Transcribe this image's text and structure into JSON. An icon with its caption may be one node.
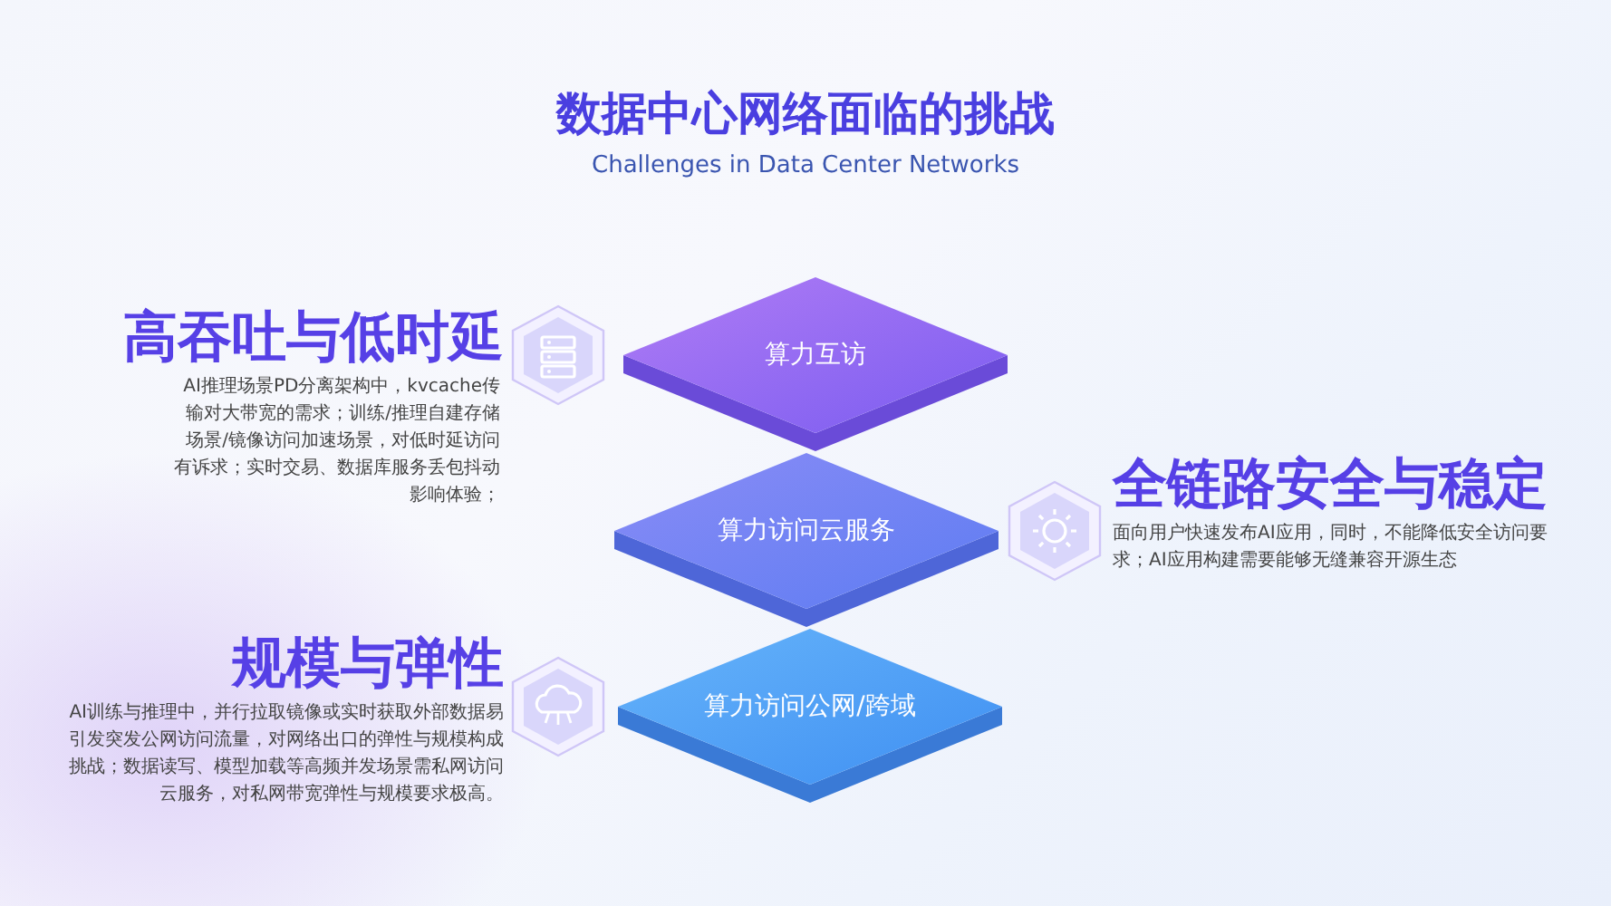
{
  "diagram": {
    "title": "数据中心网络面临的挑战",
    "nodes": [
      {
        "text": [
          "算力互访"
        ]
      },
      {
        "text": [
          "算力访问云服务"
        ]
      },
      {
        "text": [
          "算力访问公网/跨域"
        ]
      }
    ],
    "labels": [
      "Challenges in Data Center Networks",
      "高吞吐与低时延",
      "AI推理场景PD分离架构中，kvcache传输对大带宽的需求；训练/推理自建存储场景/镜像访问加速场景，对低时延访问有诉求；实时交易、数据库服务丢包抖动影响体验；",
      "全链路安全与稳定",
      "面向用户快速发布AI应用，同时，不能降低安全访问要求；AI应用构建需要能够无缝兼容开源生态",
      "规模与弹性",
      "AI训练与推理中，并行拉取镜像或实时获取外部数据易引发突发公网访问流量，对网络出口的弹性与规模构成挑战；数据读写、模型加载等高频并发场景需私网访问云服务，对私网带宽弹性与规模要求极高。"
    ]
  }
}
